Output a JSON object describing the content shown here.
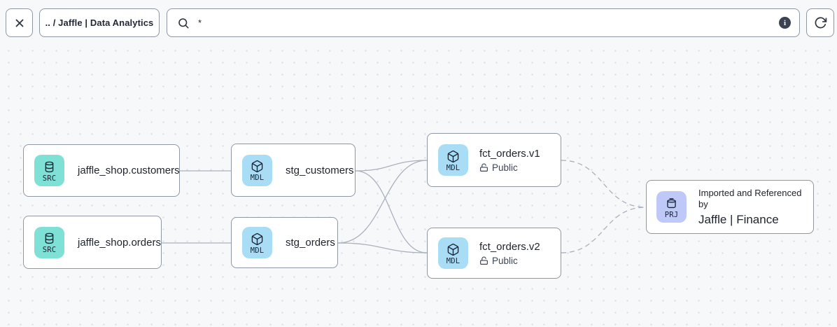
{
  "toolbar": {
    "breadcrumb": ".. / Jaffle | Data Analytics",
    "search_value": "*"
  },
  "nodes": {
    "customers": {
      "icon_label": "SRC",
      "title": "jaffle_shop.customers"
    },
    "orders": {
      "icon_label": "SRC",
      "title": "jaffle_shop.orders"
    },
    "stg_customers": {
      "icon_label": "MDL",
      "title": "stg_customers"
    },
    "stg_orders": {
      "icon_label": "MDL",
      "title": "stg_orders"
    },
    "fct_orders_v1": {
      "icon_label": "MDL",
      "title": "fct_orders.v1",
      "access": "Public"
    },
    "fct_orders_v2": {
      "icon_label": "MDL",
      "title": "fct_orders.v2",
      "access": "Public"
    },
    "project": {
      "icon_label": "PRJ",
      "subtitle": "Imported and Referenced by",
      "title": "Jaffle | Finance"
    }
  },
  "edges": [
    {
      "from": "jaffle_shop.customers",
      "to": "stg_customers",
      "style": "solid"
    },
    {
      "from": "jaffle_shop.orders",
      "to": "stg_orders",
      "style": "solid"
    },
    {
      "from": "stg_customers",
      "to": "fct_orders.v1",
      "style": "solid"
    },
    {
      "from": "stg_customers",
      "to": "fct_orders.v2",
      "style": "solid"
    },
    {
      "from": "stg_orders",
      "to": "fct_orders.v1",
      "style": "solid"
    },
    {
      "from": "stg_orders",
      "to": "fct_orders.v2",
      "style": "solid"
    },
    {
      "from": "fct_orders.v1",
      "to": "Jaffle | Finance",
      "style": "dashed"
    },
    {
      "from": "fct_orders.v2",
      "to": "Jaffle | Finance",
      "style": "dashed"
    }
  ],
  "colors": {
    "source_icon": "#7fe0d6",
    "model_icon": "#a9ddf6",
    "project_icon": "#bec9f8",
    "edge": "#a9b1bd"
  }
}
